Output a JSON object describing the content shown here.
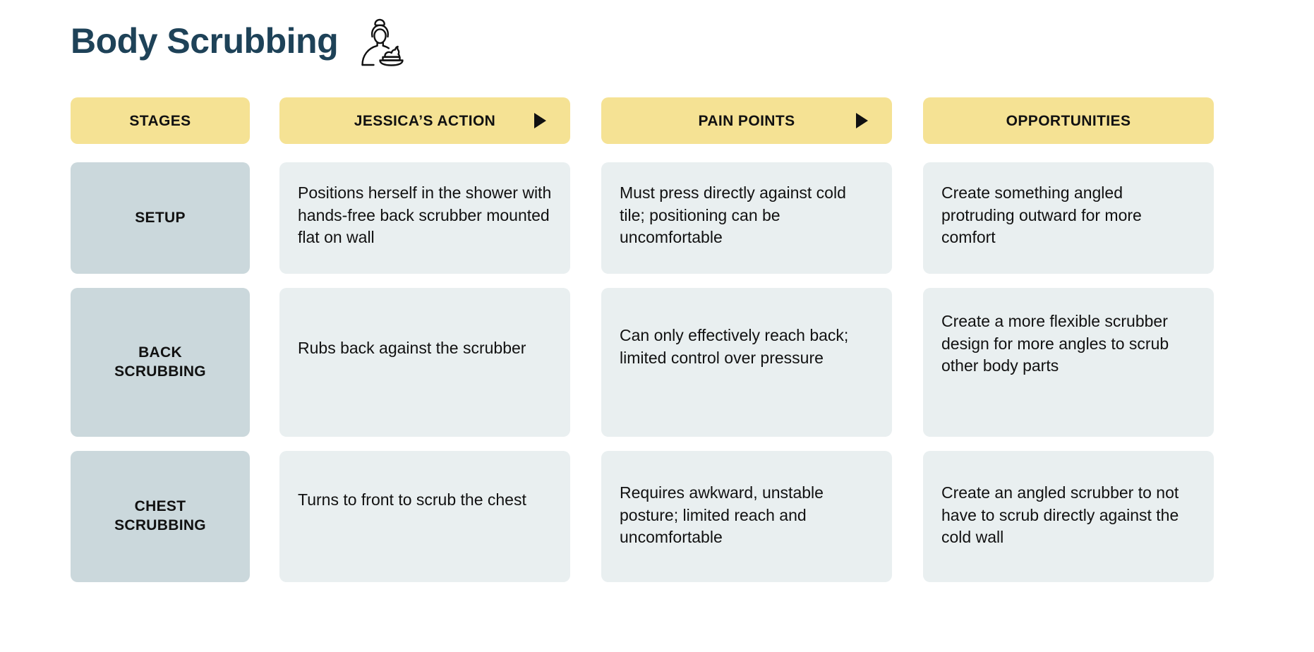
{
  "page": {
    "title": "Body Scrubbing",
    "title_color": "#1E4258",
    "icon": "woman-body-scrub-icon",
    "background": "#FFFFFF"
  },
  "colors": {
    "header_yellow": "#F5E294",
    "stage_bluegray": "#CBD8DC",
    "cell_lightgray": "#E9EFF0",
    "text_black": "#111111",
    "title_navy": "#1E4258"
  },
  "columns": [
    {
      "key": "stages",
      "label": "STAGES",
      "has_arrow": false,
      "arrow_icon": ""
    },
    {
      "key": "action",
      "label": "JESSICA’S ACTION",
      "has_arrow": true,
      "arrow_icon": "play-triangle-icon"
    },
    {
      "key": "pain_points",
      "label": "PAIN POINTS",
      "has_arrow": true,
      "arrow_icon": "play-triangle-icon"
    },
    {
      "key": "opportunities",
      "label": "OPPORTUNITIES",
      "has_arrow": false,
      "arrow_icon": ""
    }
  ],
  "rows": [
    {
      "stage": "SETUP",
      "action": "Positions herself in the shower with hands-free back scrubber mounted flat on wall",
      "pain_points": "Must press directly against cold tile; positioning can be uncomfortable",
      "opportunities": "Create something angled protruding outward for more comfort"
    },
    {
      "stage": "BACK\nSCRUBBING",
      "action": "Rubs back against the scrubber",
      "pain_points": "Can only effectively reach back; limited control over pressure",
      "opportunities": "Create a more flexible scrubber design for more angles to scrub other body parts"
    },
    {
      "stage": "CHEST\nSCRUBBING",
      "action": "Turns to front to scrub the chest",
      "pain_points": "Requires awkward, unstable posture; limited reach and uncomfortable",
      "opportunities": "Create an angled scrubber to not have to scrub directly against the cold wall"
    }
  ]
}
